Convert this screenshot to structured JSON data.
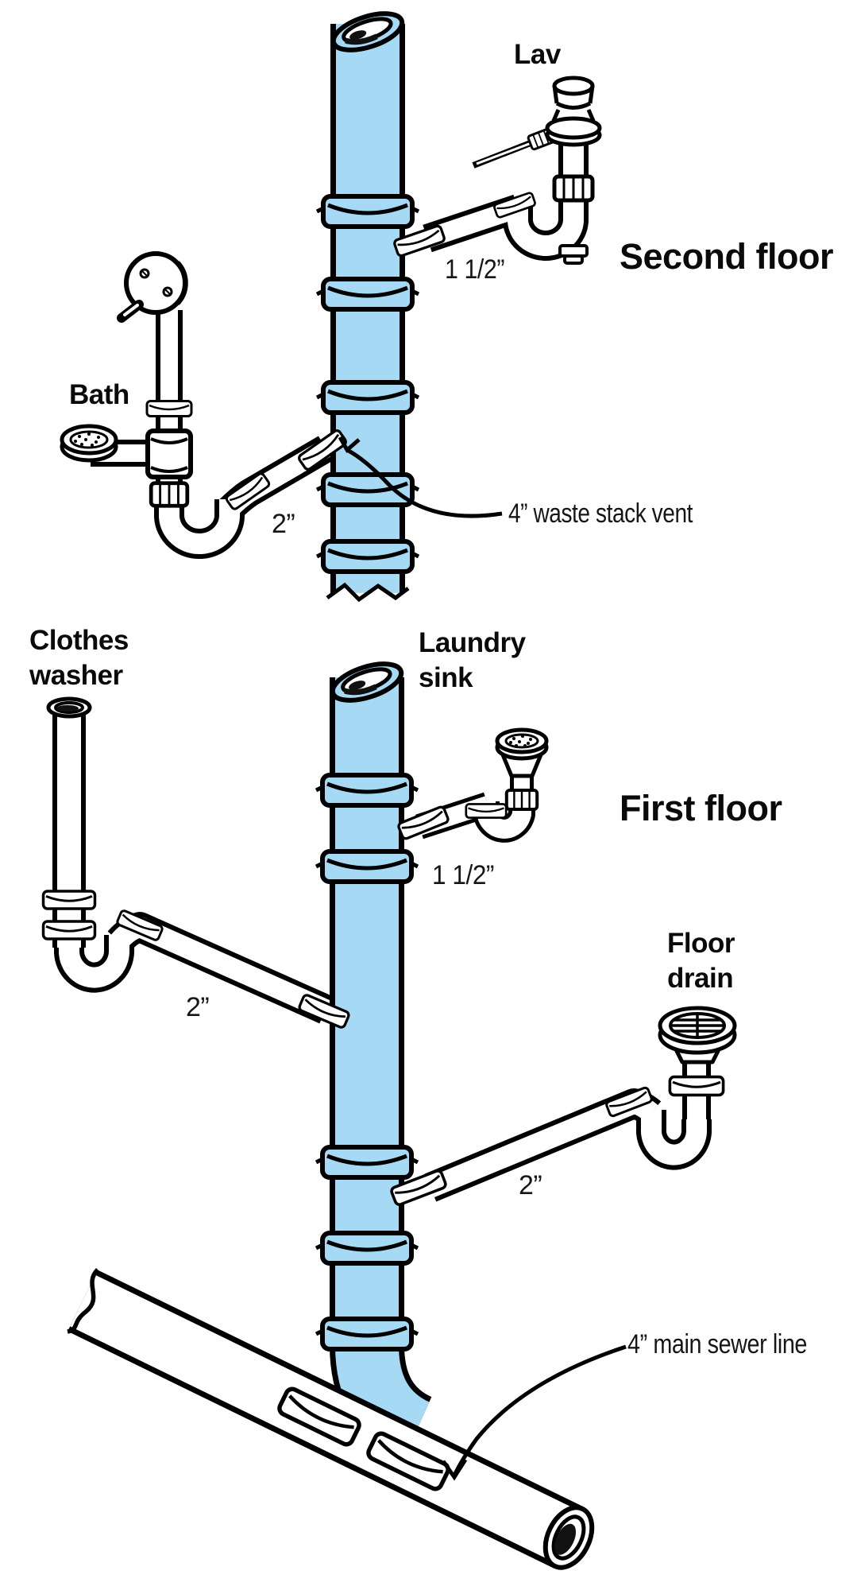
{
  "diagram": {
    "floors": {
      "second_floor": "Second floor",
      "first_floor": "First floor"
    },
    "fixtures": {
      "lav": "Lav",
      "bath": "Bath",
      "clothes_washer_line1": "Clothes",
      "clothes_washer_line2": "washer",
      "laundry_sink_line1": "Laundry",
      "laundry_sink_line2": "sink",
      "floor_drain_line1": "Floor",
      "floor_drain_line2": "drain"
    },
    "dimensions": {
      "lav_branch": "1 1/2”",
      "bath_branch": "2”",
      "laundry_branch": "1 1/2”",
      "washer_branch": "2”",
      "floor_drain_branch": "2”",
      "stack_callout": "4” waste stack vent",
      "sewer_callout": "4” main sewer line"
    },
    "colors": {
      "stack_fill": "#A6D9F3",
      "line": "#000000",
      "background": "#FFFFFF"
    }
  }
}
